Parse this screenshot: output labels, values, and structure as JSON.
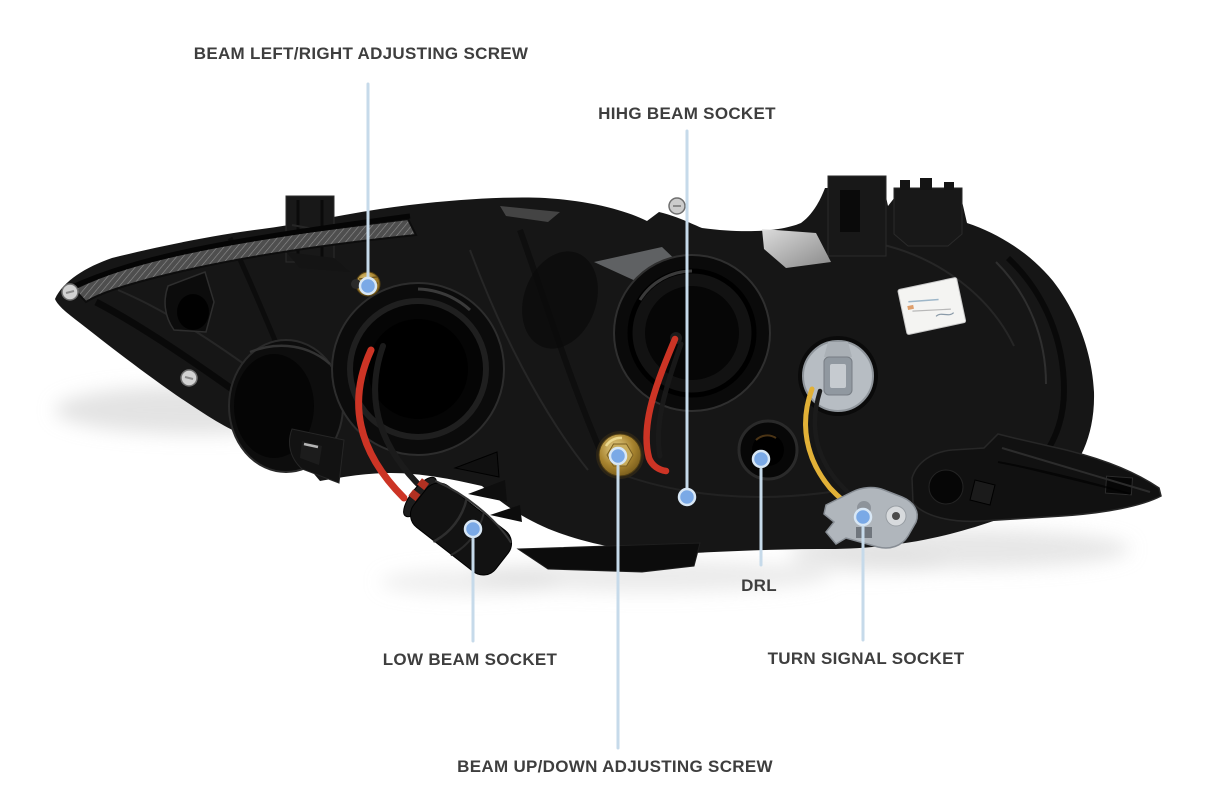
{
  "depicts": "rear view of a black automotive headlight assembly with labeled service points",
  "callouts": {
    "beam_left_right": {
      "label": "BEAM LEFT/RIGHT ADJUSTING SCREW",
      "points_to": "brass-adjusting-screw-upper-left"
    },
    "high_beam": {
      "label": "HIHG BEAM SOCKET",
      "points_to": "black-socket-center-bottom"
    },
    "drl": {
      "label": "DRL",
      "points_to": "round-bulb-opening-right"
    },
    "low_beam": {
      "label": "LOW BEAM SOCKET",
      "points_to": "black-connector-with-red-wire"
    },
    "turn_signal": {
      "label": "TURN SIGNAL SOCKET",
      "points_to": "gray-connector-with-yellow-wire"
    },
    "beam_up_down": {
      "label": "BEAM UP/DOWN ADJUSTING SCREW",
      "points_to": "brass-adjusting-screw-center"
    }
  },
  "colors": {
    "background": "#ffffff",
    "label_text": "#3e3e3e",
    "callout_line": "#c6daea",
    "callout_dot": "#7aa9e6",
    "housing": "#161616",
    "wire_red": "#cc3425",
    "wire_yellow": "#e2b137",
    "screw_brass": "#b08d3e",
    "connector_gray": "#b3b9bf",
    "screw_silver": "#d2d2d2"
  }
}
